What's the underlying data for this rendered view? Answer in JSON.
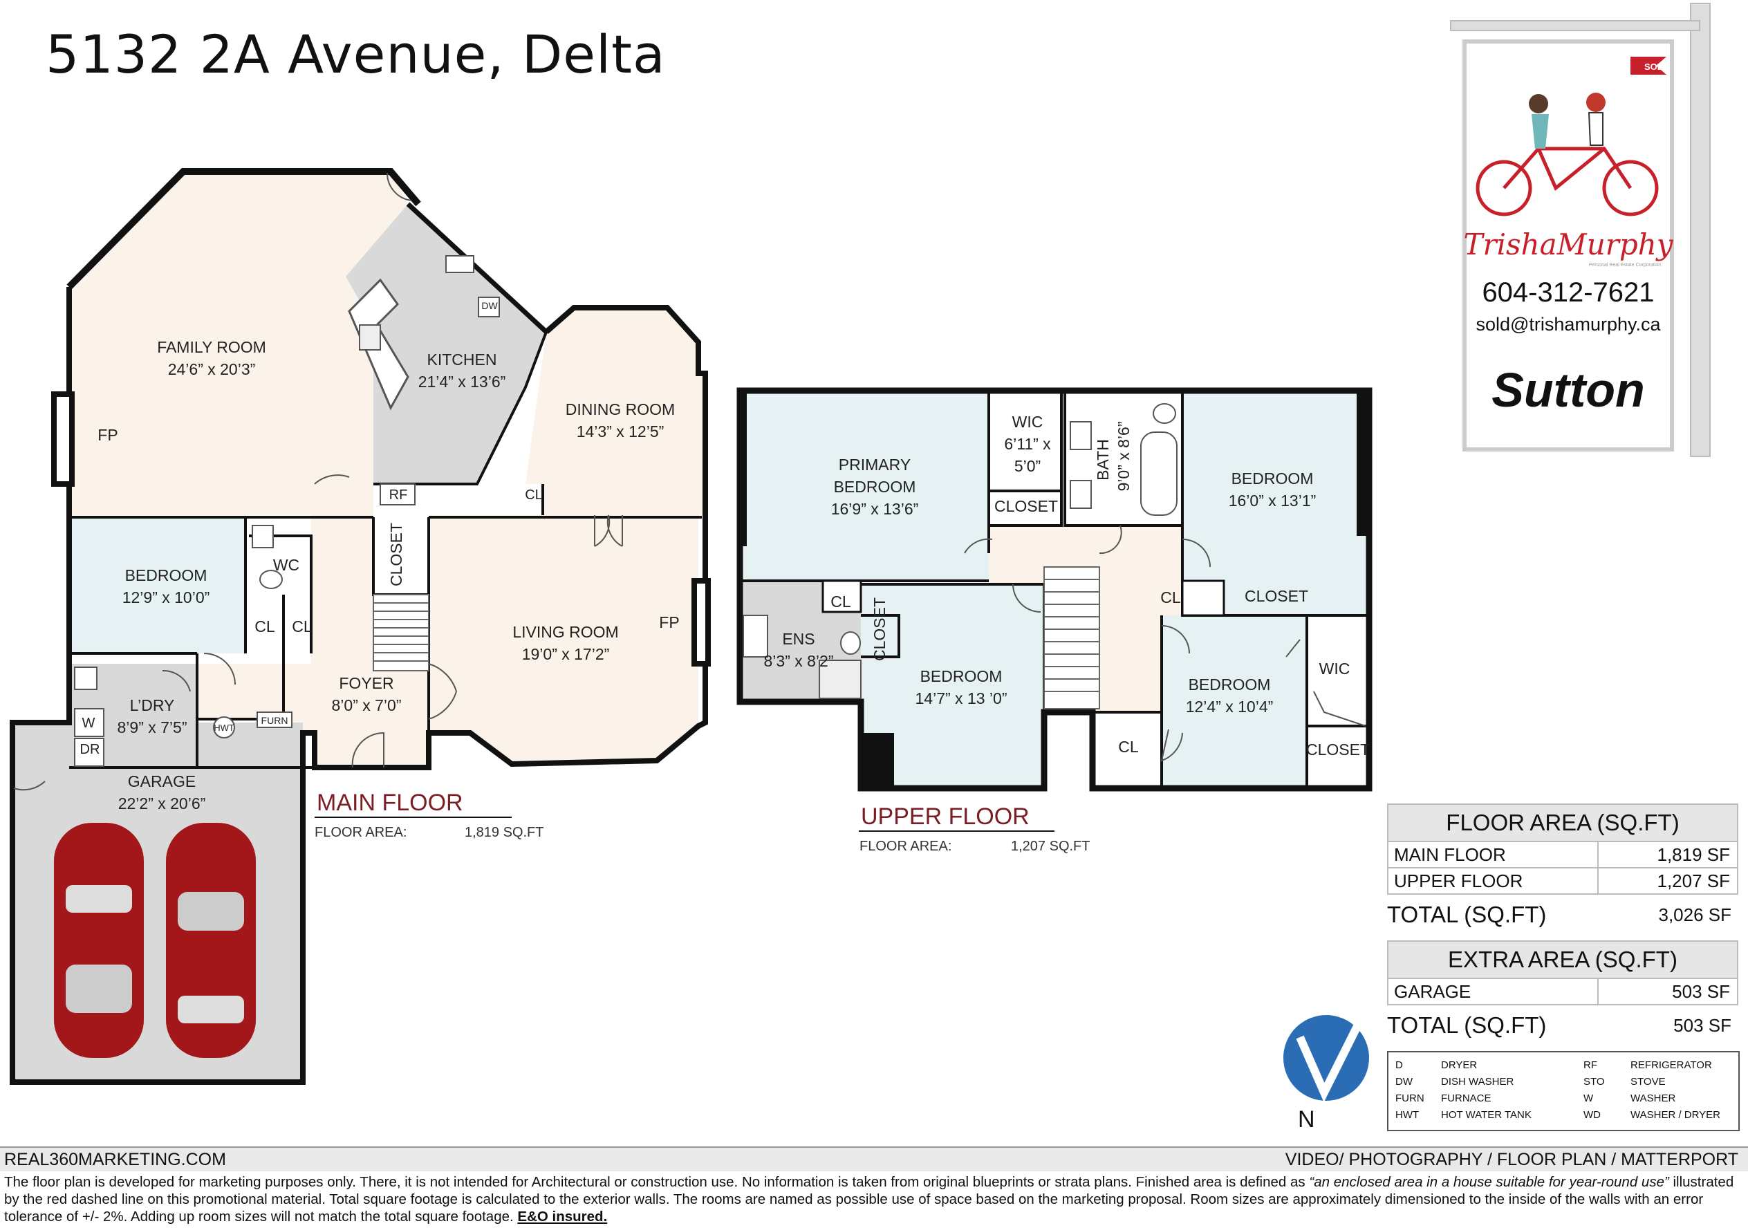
{
  "title": "5132 2A Avenue, Delta",
  "rooms": {
    "family_name": "FAMILY ROOM",
    "family_size": "24’6” x 20’3”",
    "kitchen_name": "KITCHEN",
    "kitchen_size": "21’4” x 13’6”",
    "dining_name": "DINING ROOM",
    "dining_size": "14’3” x 12’5”",
    "bedroom_main_name": "BEDROOM",
    "bedroom_main_size": "12’9” x 10’0”",
    "living_name": "LIVING ROOM",
    "living_size": "19’0” x 17’2”",
    "foyer_name": "FOYER",
    "foyer_size": "8’0” x 7’0”",
    "laundry_name": "L’DRY",
    "laundry_size": "8’9” x 7’5”",
    "garage_name": "GARAGE",
    "garage_size": "22’2” x 20’6”",
    "primary_line1": "PRIMARY",
    "primary_line2": "BEDROOM",
    "primary_size": "16’9” x 13’6”",
    "wic_name": "WIC",
    "wic_size1": "6’11” x",
    "wic_size2": "5’0”",
    "bath_name": "BATH",
    "bath_size": "9’0” x 8’6”",
    "bedroom_ne_name": "BEDROOM",
    "bedroom_ne_size": "16’0” x 13’1”",
    "ens_name": "ENS",
    "ens_size": "8’3” x 8’2”",
    "bedroom_s_name": "BEDROOM",
    "bedroom_s_size": "14’7” x 13 ’0”",
    "bedroom_se_name": "BEDROOM",
    "bedroom_se_size": "12’4” x 10’4”"
  },
  "labels": {
    "fp": "FP",
    "wc": "WC",
    "cl": "CL",
    "closet": "CLOSET",
    "rf": "RF",
    "dw": "DW",
    "w": "W",
    "dr": "DR",
    "hwt": "HWT",
    "furn": "FURN",
    "wic": "WIC"
  },
  "main_floor": {
    "label": "MAIN FLOOR",
    "area_label": "FLOOR AREA:",
    "area_value": "1,819 SQ.FT"
  },
  "upper_floor": {
    "label": "UPPER FLOOR",
    "area_label": "FLOOR AREA:",
    "area_value": "1,207 SQ.FT"
  },
  "floor_area_table": {
    "header": "FLOOR AREA (SQ.FT)",
    "rows": [
      {
        "name": "MAIN FLOOR",
        "value": "1,819 SF"
      },
      {
        "name": "UPPER FLOOR",
        "value": "1,207 SF"
      }
    ],
    "total_label": "TOTAL (SQ.FT)",
    "total_value": "3,026 SF"
  },
  "extra_area_table": {
    "header": "EXTRA AREA (SQ.FT)",
    "rows": [
      {
        "name": "GARAGE",
        "value": "503 SF"
      }
    ],
    "total_label": "TOTAL (SQ.FT)",
    "total_value": "503 SF"
  },
  "legend": [
    {
      "abbr": "D",
      "meaning": "DRYER"
    },
    {
      "abbr": "RF",
      "meaning": "REFRIGERATOR"
    },
    {
      "abbr": "DW",
      "meaning": "DISH WASHER"
    },
    {
      "abbr": "STO",
      "meaning": "STOVE"
    },
    {
      "abbr": "FURN",
      "meaning": "FURNACE"
    },
    {
      "abbr": "W",
      "meaning": "WASHER"
    },
    {
      "abbr": "HWT",
      "meaning": "HOT WATER TANK"
    },
    {
      "abbr": "WD",
      "meaning": "WASHER / DRYER"
    }
  ],
  "sign": {
    "flag": "SOLD",
    "name": "TrishaMurphy",
    "sub": "Personal Real Estate Corporation",
    "phone": "604-312-7621",
    "email": "sold@trishamurphy.ca",
    "brand": "Sutton"
  },
  "compass": "N",
  "footer": {
    "left": "REAL360MARKETING.COM",
    "right": "VIDEO/ PHOTOGRAPHY / FLOOR PLAN / MATTERPORT",
    "disclaimer_a": "The floor plan is developed for marketing purposes only. There, it is not intended for Architectural or construction use. No information is  taken from original blueprints or strata plans. Finished area is defined as ",
    "disclaimer_quote": " “an enclosed area in a house suitable for year-round use”",
    "disclaimer_b": " illustrated by the red dashed line on this promotional material. Total square footage is calculated to the exterior walls. The rooms are named as possible use of space based on the marketing proposal. Room sizes are approximately dimensioned to the inside of the walls with an error tolerance of +/- 2%. Adding up room sizes will not match the total square footage. ",
    "disclaimer_eo": "E&O insured."
  },
  "colors": {
    "cream": "#fbf3ea",
    "blue": "#e6f1f3",
    "gray": "#d8d8d8",
    "car_red": "#a3161a",
    "sign_red": "#c8202a",
    "wall": "#111111"
  }
}
